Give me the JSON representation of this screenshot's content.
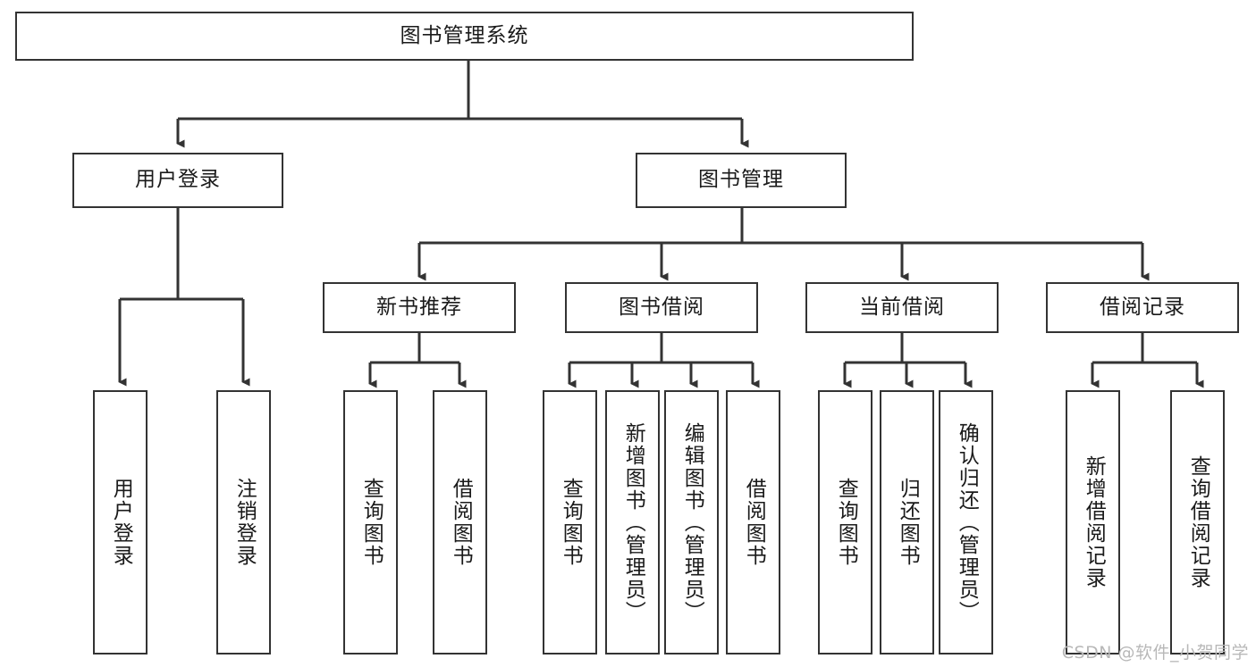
{
  "diagram": {
    "type": "tree-hierarchy",
    "title": "图书管理系统",
    "orientation": "top-down",
    "colors": {
      "stroke": "#333333",
      "box_fill": "#ffffff",
      "text": "#1a1a1a",
      "background": "#ffffff",
      "watermark": "#b8b8b8"
    },
    "nodes": {
      "root": {
        "label": "图书管理系统",
        "level": 0,
        "text_direction": "horizontal"
      },
      "level1": [
        {
          "id": "user-login",
          "label": "用户登录",
          "text_direction": "horizontal"
        },
        {
          "id": "book-manage",
          "label": "图书管理",
          "text_direction": "horizontal"
        }
      ],
      "level2": [
        {
          "id": "new-book-recommend",
          "label": "新书推荐",
          "parent": "book-manage",
          "text_direction": "horizontal"
        },
        {
          "id": "book-borrow",
          "label": "图书借阅",
          "parent": "book-manage",
          "text_direction": "horizontal"
        },
        {
          "id": "current-borrow",
          "label": "当前借阅",
          "parent": "book-manage",
          "text_direction": "horizontal"
        },
        {
          "id": "borrow-record",
          "label": "借阅记录",
          "parent": "book-manage",
          "text_direction": "horizontal"
        }
      ],
      "leaves": [
        {
          "id": "leaf-user-login",
          "label": "用户登录",
          "parent": "user-login",
          "text_direction": "vertical"
        },
        {
          "id": "leaf-logout",
          "label": "注销登录",
          "parent": "user-login",
          "text_direction": "vertical"
        },
        {
          "id": "leaf-query-book-rec",
          "label": "查询图书",
          "parent": "new-book-recommend",
          "text_direction": "vertical"
        },
        {
          "id": "leaf-borrow-book-rec",
          "label": "借阅图书",
          "parent": "new-book-recommend",
          "text_direction": "vertical"
        },
        {
          "id": "leaf-query-book-borrow",
          "label": "查询图书",
          "parent": "book-borrow",
          "text_direction": "vertical"
        },
        {
          "id": "leaf-add-book",
          "label": "新增图书（管理员）",
          "parent": "book-borrow",
          "text_direction": "vertical"
        },
        {
          "id": "leaf-edit-book",
          "label": "编辑图书（管理员）",
          "parent": "book-borrow",
          "text_direction": "vertical"
        },
        {
          "id": "leaf-borrow-book",
          "label": "借阅图书",
          "parent": "book-borrow",
          "text_direction": "vertical"
        },
        {
          "id": "leaf-query-book-current",
          "label": "查询图书",
          "parent": "current-borrow",
          "text_direction": "vertical"
        },
        {
          "id": "leaf-return-book",
          "label": "归还图书",
          "parent": "current-borrow",
          "text_direction": "vertical"
        },
        {
          "id": "leaf-confirm-return",
          "label": "确认归还（管理员）",
          "parent": "current-borrow",
          "text_direction": "vertical"
        },
        {
          "id": "leaf-add-record",
          "label": "新增借阅记录",
          "parent": "borrow-record",
          "text_direction": "vertical"
        },
        {
          "id": "leaf-query-record",
          "label": "查询借阅记录",
          "parent": "borrow-record",
          "text_direction": "vertical"
        }
      ]
    }
  },
  "watermark": {
    "text": "CSDN @软件_小贺同学"
  }
}
